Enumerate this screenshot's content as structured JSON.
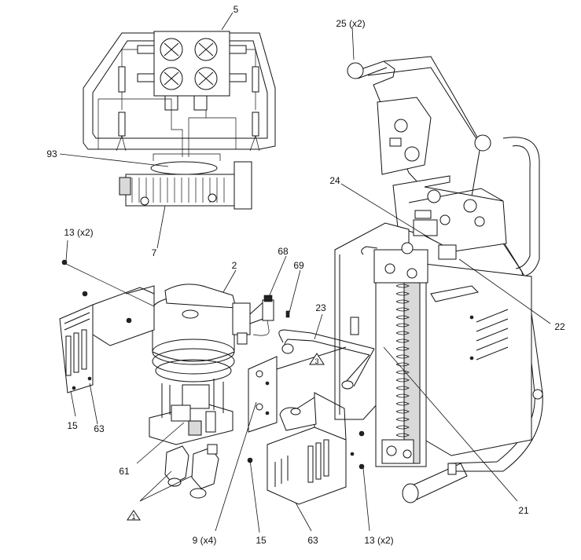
{
  "callouts": {
    "c5": "5",
    "c25": "25 (x2)",
    "c93": "93",
    "c24": "24",
    "c7": "7",
    "c13a": "13 (x2)",
    "c68": "68",
    "c2": "2",
    "c69": "69",
    "c23": "23",
    "c22": "22",
    "c15a": "15",
    "c63a": "63",
    "c61": "61",
    "c21": "21",
    "c9": "9 (x4)",
    "c15b": "15",
    "c63b": "63",
    "c13b": "13 (x2)"
  },
  "warnings": {
    "w1": "1",
    "w3": "3"
  }
}
